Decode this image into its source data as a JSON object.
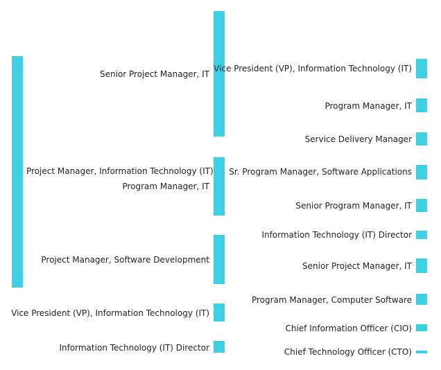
{
  "colors": {
    "node": "#3ecfe2",
    "link": "#bfeef5",
    "text": "#222222"
  },
  "diagram": {
    "type": "sankey",
    "stages": [
      {
        "nodes": [
          {
            "id": "a0",
            "label": "Project Manager, Information Technology (IT)"
          }
        ]
      },
      {
        "nodes": [
          {
            "id": "b0",
            "label": "Senior Project Manager, IT"
          },
          {
            "id": "b1",
            "label": "Program Manager, IT"
          },
          {
            "id": "b2",
            "label": "Project Manager, Software Development"
          },
          {
            "id": "b3",
            "label": "Vice President (VP), Information Technology (IT)"
          },
          {
            "id": "b4",
            "label": "Information Technology (IT) Director"
          }
        ]
      },
      {
        "nodes": [
          {
            "id": "c0",
            "label": "Vice President (VP), Information Technology (IT)"
          },
          {
            "id": "c1",
            "label": "Program Manager, IT"
          },
          {
            "id": "c2",
            "label": "Service Delivery Manager"
          },
          {
            "id": "c3",
            "label": "Sr. Program Manager, Software Applications"
          },
          {
            "id": "c4",
            "label": "Senior Program Manager, IT"
          },
          {
            "id": "c5",
            "label": "Information Technology (IT) Director"
          },
          {
            "id": "c6",
            "label": "Senior Project Manager, IT"
          },
          {
            "id": "c7",
            "label": "Program Manager, Computer Software"
          },
          {
            "id": "c8",
            "label": "Chief Information Officer (CIO)"
          },
          {
            "id": "c9",
            "label": "Chief Technology Officer (CTO)"
          }
        ]
      }
    ]
  }
}
